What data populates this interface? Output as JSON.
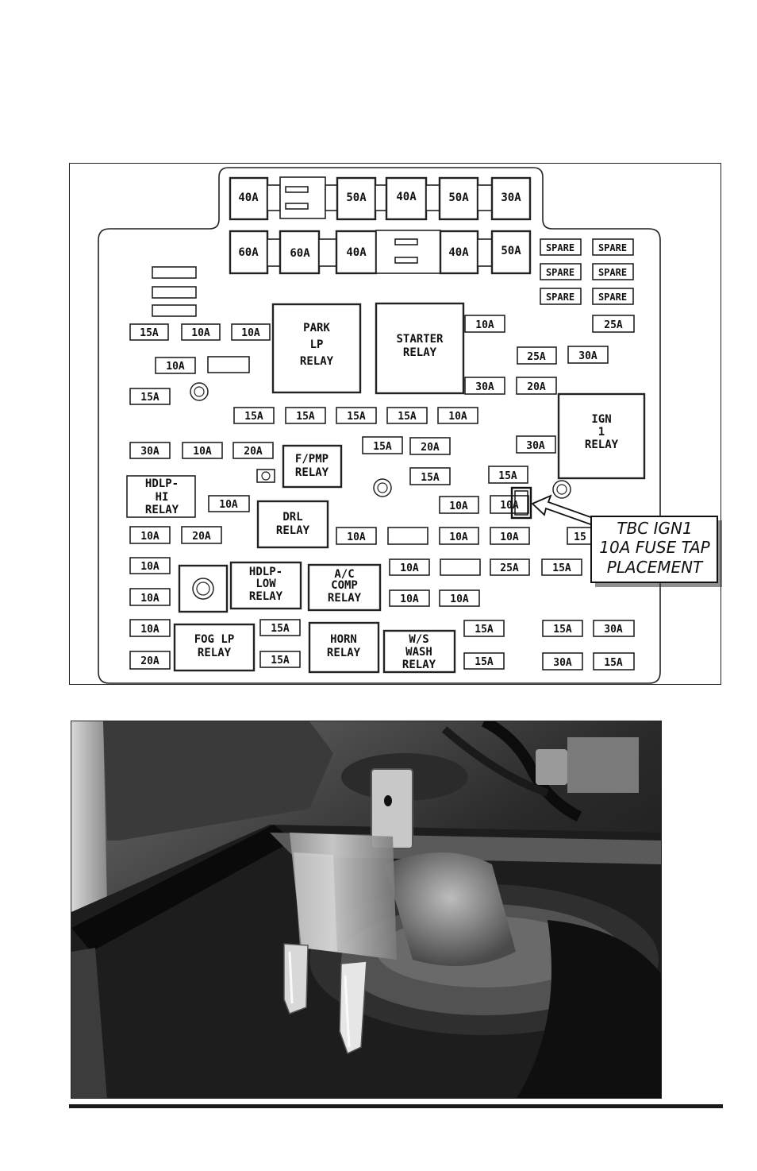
{
  "diagram": {
    "fuses": {
      "top_row1": [
        "40A",
        "50A",
        "40A",
        "50A",
        "30A"
      ],
      "top_row2": [
        "60A",
        "60A",
        "40A",
        "40A",
        "50A"
      ],
      "spares": [
        "SPARE",
        "SPARE",
        "SPARE",
        "SPARE",
        "SPARE",
        "SPARE"
      ],
      "row_a": [
        "15A",
        "10A",
        "10A"
      ],
      "f_10a_starter": "10A",
      "f_25a_right": "25A",
      "f_10a_left2": "10A",
      "f_25a_mid": "25A",
      "f_30a_mid": "30A",
      "f_15a_left3": "15A",
      "f_30a_starter": "30A",
      "f_20a_starter": "20A",
      "row_mid": [
        "15A",
        "15A",
        "15A",
        "15A",
        "10A"
      ],
      "row_c": [
        "30A",
        "10A",
        "20A"
      ],
      "f_15a_c": "15A",
      "f_20a_c": "20A",
      "f_30a_ign": "30A",
      "f_15a_d": "15A",
      "f_15a_e": "15A",
      "f_10a_hdlp": "10A",
      "f_10a_f1": "10A",
      "f_10a_tap": "10A",
      "row_g": [
        "10A",
        "20A"
      ],
      "f_10a_g3": "10A",
      "f_10a_g4": "10A",
      "f_10a_g5": "10A",
      "f_15_partial": "15",
      "col_left": [
        "10A",
        "10A",
        "10A",
        "20A"
      ],
      "row_h": [
        "10A",
        "25A",
        "15A"
      ],
      "row_i": [
        "10A",
        "10A"
      ],
      "fog_side": [
        "15A",
        "15A"
      ],
      "row_j": [
        "15A",
        "15A"
      ],
      "row_k": [
        "15A",
        "30A"
      ],
      "row_l": [
        "30A",
        "15A"
      ]
    },
    "relays": {
      "park": [
        "PARK",
        "LP",
        "RELAY"
      ],
      "starter": [
        "STARTER",
        "RELAY"
      ],
      "ign": [
        "IGN",
        "1",
        "RELAY"
      ],
      "fpmp": [
        "F/PMP",
        "RELAY"
      ],
      "hdlp_hi": [
        "HDLP-",
        "HI",
        "RELAY"
      ],
      "drl": [
        "DRL",
        "RELAY"
      ],
      "hdlp_low": [
        "HDLP-",
        "LOW",
        "RELAY"
      ],
      "ac": [
        "A/C",
        "COMP",
        "RELAY"
      ],
      "fog": [
        "FOG LP",
        "RELAY"
      ],
      "horn": [
        "HORN",
        "RELAY"
      ],
      "ws": [
        "W/S",
        "WASH",
        "RELAY"
      ]
    },
    "callout": [
      "TBC IGN1",
      "10A FUSE TAP",
      "PLACEMENT"
    ]
  },
  "colors": {
    "ink": "#222222",
    "paper": "#ffffff",
    "rule": "#1a1a1a"
  }
}
